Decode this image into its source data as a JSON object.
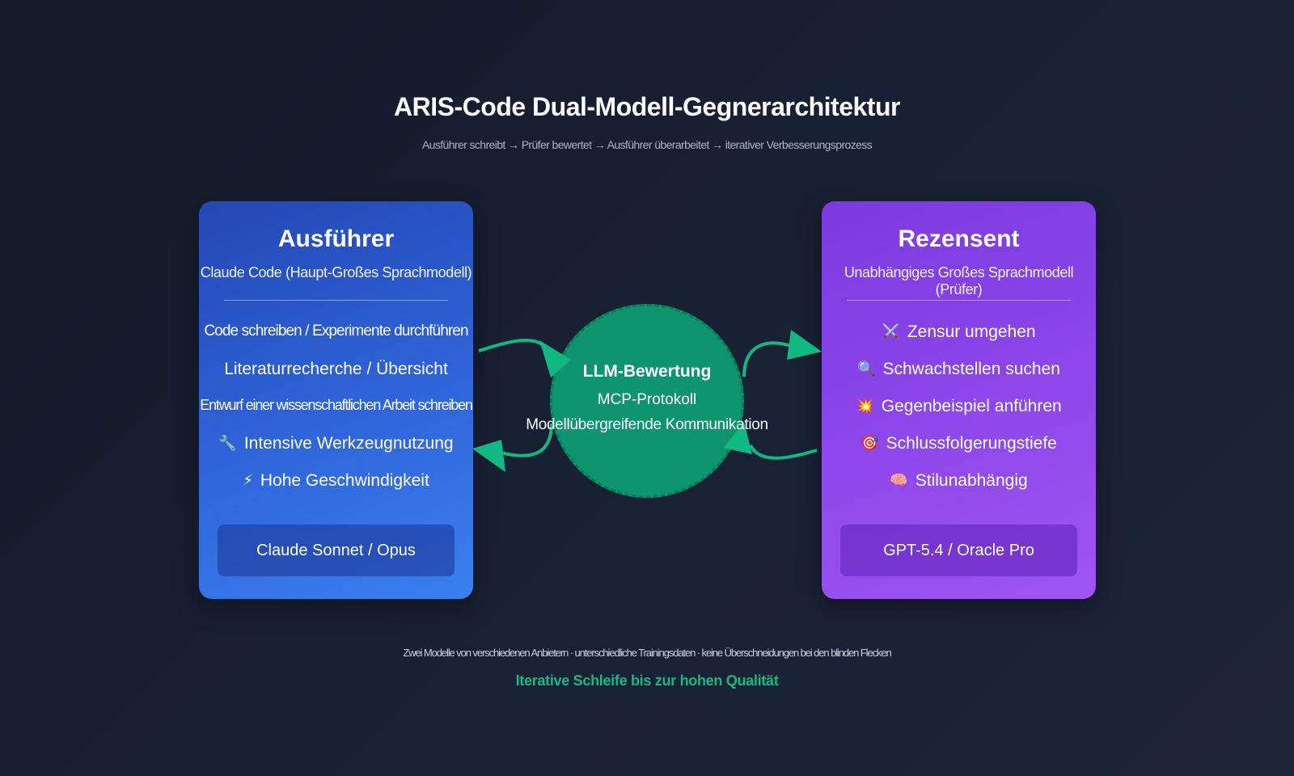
{
  "header": {
    "title": "ARIS-Code Dual-Modell-Gegnerarchitektur",
    "subtitle": "Ausführer schreibt → Prüfer bewertet → Ausführer überarbeitet → iterativer Verbesserungsprozess"
  },
  "executor": {
    "title": "Ausführer",
    "subtitle": "Claude Code (Haupt-Großes Sprachmodell)",
    "features": [
      {
        "icon": "",
        "label": "Code schreiben / Experimente durchführen"
      },
      {
        "icon": "",
        "label": "Literaturrecherche / Übersicht"
      },
      {
        "icon": "",
        "label": "Entwurf einer wissenschaftlichen Arbeit schreiben"
      },
      {
        "icon": "🔧",
        "label": "Intensive Werkzeugnutzung"
      },
      {
        "icon": "⚡",
        "label": "Hohe Geschwindigkeit"
      }
    ],
    "model": "Claude Sonnet / Opus"
  },
  "center": {
    "title": "LLM-Bewertung",
    "line1": "MCP-Protokoll",
    "line2": "Modellübergreifende Kommunikation"
  },
  "reviewer": {
    "title": "Rezensent",
    "subtitle": "Unabhängiges Großes Sprachmodell (Prüfer)",
    "features": [
      {
        "icon": "⚔️",
        "label": "Zensur umgehen"
      },
      {
        "icon": "🔍",
        "label": "Schwachstellen suchen"
      },
      {
        "icon": "💥",
        "label": "Gegenbeispiel anführen"
      },
      {
        "icon": "🎯",
        "label": "Schlussfolgerungstiefe"
      },
      {
        "icon": "🧠",
        "label": "Stilunabhängig"
      }
    ],
    "model": "GPT-5.4 / Oracle Pro"
  },
  "footer": {
    "note": "Zwei Modelle von verschiedenen Anbietern · unterschiedliche Trainingsdaten · keine Überschneidungen bei den blinden Flecken",
    "highlight": "Iterative Schleife bis zur hohen Qualität"
  },
  "colors": {
    "executor_card": "#2e62d6",
    "reviewer_card": "#8c46ea",
    "center_circle": "#0f956e",
    "arrow": "#12b882",
    "highlight": "#14b983"
  }
}
